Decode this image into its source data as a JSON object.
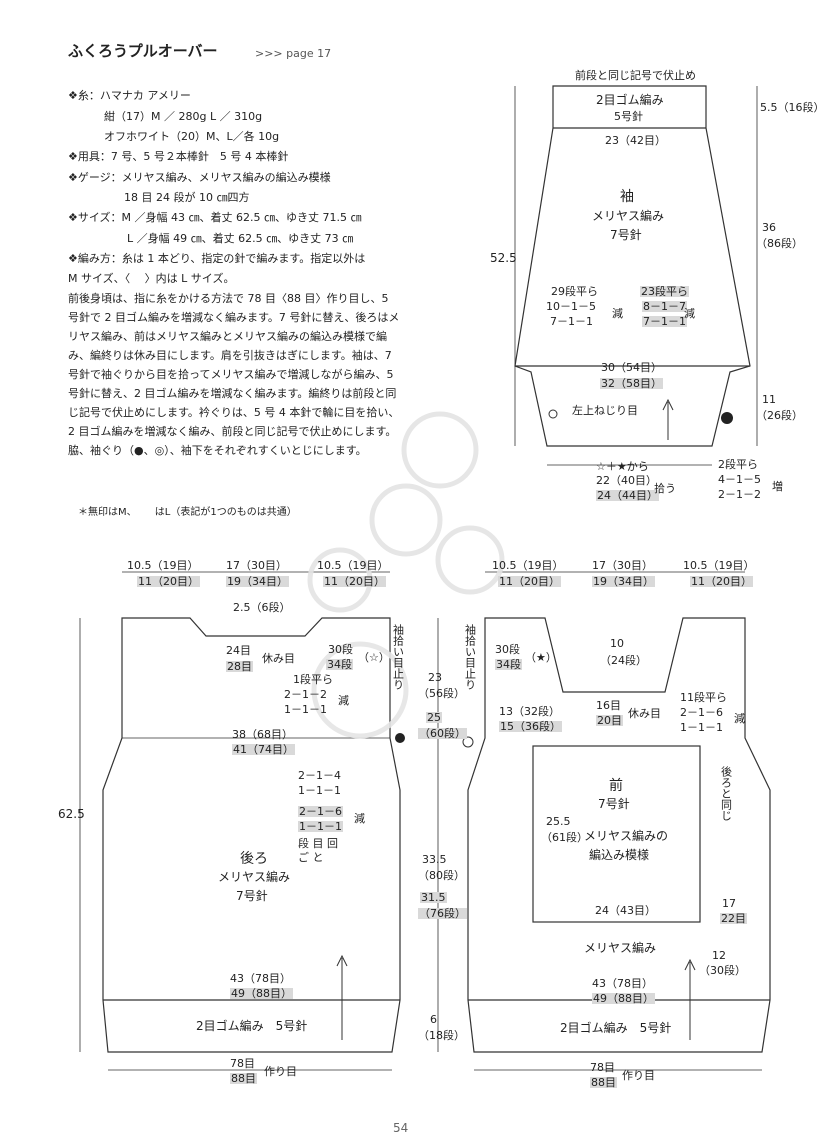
{
  "header": {
    "title": "ふくろうプルオーバー",
    "page_ref": ">>> page 17"
  },
  "spec": {
    "yarn_label": "❖糸：",
    "yarn_name": "ハマナカ アメリー",
    "yarn_color1": "紺（17）M ／ 280g L ／ 310g",
    "yarn_color2": "オフホワイト（20）M、L／各 10g",
    "tools": "❖用具：7 号、5 号２本棒針　5 号 4 本棒針",
    "gauge1": "❖ゲージ：メリヤス編み、メリヤス編みの編込み模様",
    "gauge2": "18 目 24 段が 10 ㎝四方",
    "size1": "❖サイズ：M ／身幅 43 ㎝、着丈 62.5 ㎝、ゆき丈 71.5 ㎝",
    "size2": "L ／身幅 49 ㎝、着丈 62.5 ㎝、ゆき丈 73 ㎝",
    "method1": "❖編み方：糸は 1 本どり、指定の針で編みます。指定以外は",
    "method2": "M サイズ、〈　 〉内は L サイズ。",
    "method_body": "前後身頃は、指に糸をかける方法で 78 目〈88 目〉作り目し、5 号針で 2 目ゴム編みを増減なく編みます。7 号針に替え、後ろはメリヤス編み、前はメリヤス編みとメリヤス編みの編込み模様で編み、編終りは休み目にします。肩を引抜きはぎにします。袖は、7 号針で袖ぐりから目を拾ってメリヤス編みで増減しながら編み、5 号針に替え、2 目ゴム編みを増減なく編みます。編終りは前段と同じ記号で伏止めにします。衿ぐりは、5 号 4 本針で輪に目を拾い、2 目ゴム編みを増減なく編み、前段と同じ記号で伏止めにします。脇、袖ぐり（●、◎）、袖下をそれぞれすくいとじにします。",
    "note": "＊無印はM、　　 はL（表記が1つのものは共通）",
    "page_number": "54"
  },
  "sleeve": {
    "top_note": "前段と同じ記号で伏止め",
    "rib": "2目ゴム編み",
    "rib_needle": "5号針",
    "top_width": "23（42目）",
    "name": "袖",
    "stitch": "メリヤス編み",
    "needle": "7号針",
    "len_total": "52.5",
    "len_rib": "5.5（16段）",
    "len_body": "36",
    "len_body_rows": "（86段）",
    "len_cap": "11",
    "len_cap_rows": "（26段）",
    "dec_m1": "29段平ら",
    "dec_m2": "10－1－5",
    "dec_m3": "7－1－1",
    "dec_m_lbl": "減",
    "dec_l1": "23段平ら",
    "dec_l2": "8－1－7",
    "dec_l3": "7－1－1",
    "dec_l_lbl": "減",
    "width_m": "30（54目）",
    "width_l": "32（58目）",
    "twist": "左上ねじり目",
    "pickup1": "☆＋★から",
    "pickup_m": "22（40目）",
    "pickup_l": "24（44目）",
    "pickup_lbl": "拾う",
    "inc1": "2段平ら",
    "inc2": "4－1－5",
    "inc3": "2－1－2",
    "inc_lbl": "増"
  },
  "back": {
    "w_shoulder_m": "10.5（19目）",
    "w_shoulder_l": "11（20目）",
    "w_neck_m": "17（30目）",
    "w_neck_l": "19（34目）",
    "w_shoulder2_m": "10.5（19目）",
    "w_shoulder2_l": "11（20目）",
    "neck_depth": "2.5（6段）",
    "rest_m": "24目",
    "rest_l": "28目",
    "rest_lbl": "休み目",
    "arm_rows_m": "30段",
    "arm_rows_l": "34段",
    "star_open": "（☆）",
    "dec1": "1段平ら",
    "dec2": "2－1－2",
    "dec3": "1－1－1",
    "dec_lbl": "減",
    "chest_m": "38（68目）",
    "chest_l": "41（74目）",
    "dec4": "2－1－4",
    "dec5": "1－1－1",
    "dec6": "2－1－6",
    "dec7": "1－1－1",
    "dec6_lbl": "減",
    "legend": "段 目 回",
    "legend2": "ご と",
    "name": "後ろ",
    "stitch": "メリヤス編み",
    "needle": "7号針",
    "total_len": "62.5",
    "hem_m": "43（78目）",
    "hem_l": "49（88目）",
    "rib": "2目ゴム編み　5号針",
    "cast_m": "78目",
    "cast_l": "88目",
    "cast_lbl": "作り目",
    "side_pick": "袖拾い目止り"
  },
  "mid": {
    "arm_len": "23",
    "arm_rows": "（56段）",
    "arm_len_l": "25",
    "arm_rows_l": "（60段）",
    "body_m": "33.5",
    "body_m_rows": "（80段）",
    "body_l": "31.5",
    "body_l_rows": "（76段）",
    "rib_len": "6",
    "rib_rows": "（18段）"
  },
  "front": {
    "w_shoulder_m": "10.5（19目）",
    "w_shoulder_l": "11（20目）",
    "w_neck_m": "17（30目）",
    "w_neck_l": "19（34目）",
    "w_shoulder2_m": "10.5（19目）",
    "w_shoulder2_l": "11（20目）",
    "side_pick": "袖拾い目止り",
    "arm_rows_m": "30段",
    "arm_rows_l": "34段",
    "star_filled": "（★）",
    "neck_len": "10",
    "neck_rows": "（24段）",
    "rest_m": "16目",
    "rest_l": "20目",
    "rest_lbl": "休み目",
    "neck_dec1": "11段平ら",
    "neck_dec2": "2－1－6",
    "neck_dec3": "1－1－1",
    "neck_dec_lbl": "減",
    "pat_rows_m": "13（32段）",
    "pat_rows_l": "15（36段）",
    "name": "前",
    "needle": "7号針",
    "pat_len": "25.5",
    "pat_rows": "（61段）",
    "pattern1": "メリヤス編みの",
    "pattern2": "編込み模様",
    "pat_width": "24（43目）",
    "same_as_back": "後ろと同じ",
    "side_m": "17",
    "side_l": "22目",
    "stitch": "メリヤス編み",
    "low_len": "12",
    "low_rows": "（30段）",
    "hem_m": "43（78目）",
    "hem_l": "49（88目）",
    "rib": "2目ゴム編み　5号針",
    "cast_m": "78目",
    "cast_l": "88目",
    "cast_lbl": "作り目"
  }
}
